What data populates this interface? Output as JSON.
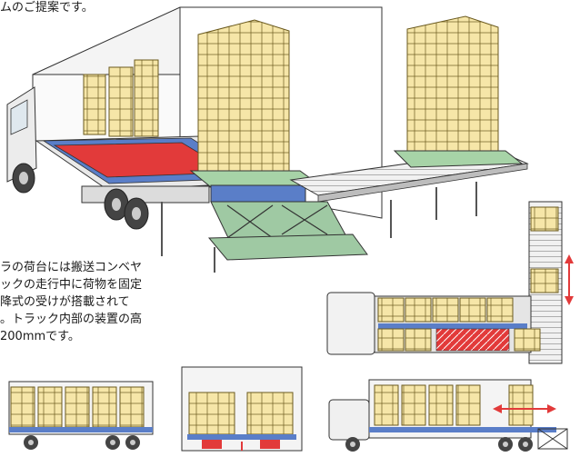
{
  "caption_top": "ムのご提案です。",
  "caption_lines": [
    "ラの荷台には搬送コンベヤ",
    "ックの走行中に荷物を固定",
    "降式の受けが搭載されて",
    "。トラック内部の装置の高",
    "200mmです。"
  ],
  "colors": {
    "box": "#f6e6a8",
    "box_line": "#6b5a1e",
    "pallet": "#a7d3a7",
    "lift": "#9fc9a3",
    "belt_red": "#e23a3a",
    "belt_blue": "#5a7ec8",
    "arrow": "#e23a3a"
  }
}
